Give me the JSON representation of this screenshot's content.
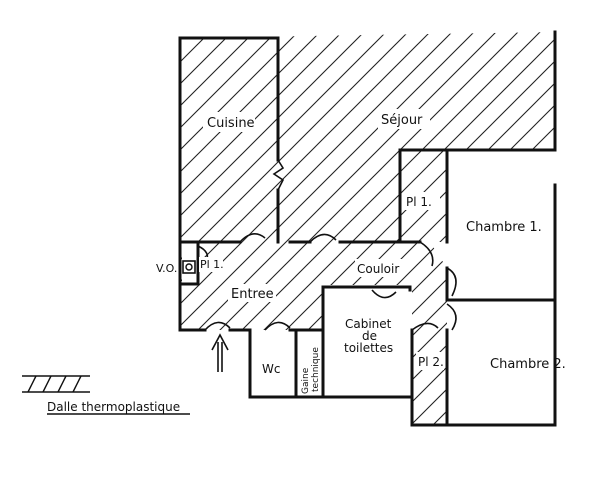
{
  "rooms": {
    "cuisine": "Cuisine",
    "sejour": "Séjour",
    "placard_1": "Pl 1.",
    "chambre_1": "Chambre 1.",
    "placard_entree": "Pl 1.",
    "vo": "V.O.",
    "entree": "Entree",
    "couloir": "Couloir",
    "cabinet_line1": "Cabinet",
    "cabinet_line2": "de",
    "cabinet_line3": "toilettes",
    "wc": "Wc",
    "gaine_line1": "Gaine",
    "gaine_line2": "technique",
    "placard_2": "Pl 2.",
    "chambre_2": "Chambre 2."
  },
  "legend": {
    "label": "Dalle thermoplastique"
  }
}
